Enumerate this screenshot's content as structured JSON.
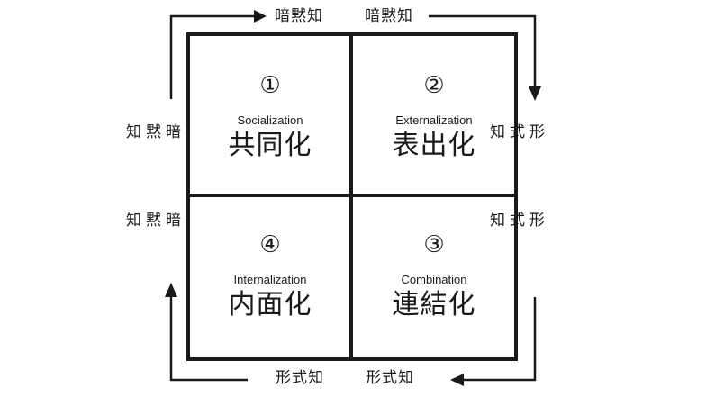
{
  "quadrants": [
    {
      "number": "①",
      "english": "Socialization",
      "japanese": "共同化"
    },
    {
      "number": "②",
      "english": "Externalization",
      "japanese": "表出化"
    },
    {
      "number": "③",
      "english": "Combination",
      "japanese": "連結化"
    },
    {
      "number": "④",
      "english": "Internalization",
      "japanese": "内面化"
    }
  ],
  "labels": {
    "top_left": "暗黙知",
    "top_right": "暗黙知",
    "right_top": "形式知",
    "right_bottom": "形式知",
    "bottom_right": "形式知",
    "bottom_left": "形式知",
    "left_bottom": "暗黙知",
    "left_top": "暗黙知"
  },
  "colors": {
    "line": "#1a1a1a",
    "background": "#ffffff"
  }
}
